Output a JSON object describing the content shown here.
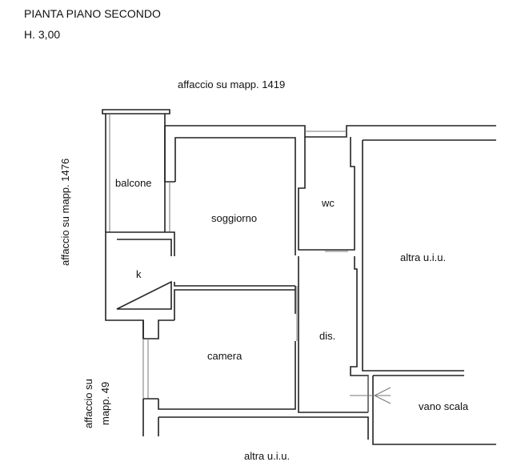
{
  "title": "PIANTA PIANO SECONDO",
  "height": "H. 3,00",
  "labels": {
    "top": "affaccio su mapp. 1419",
    "left": "affaccio su mapp. 1476",
    "left_bottom_1": "affaccio su",
    "left_bottom_2": "mapp. 49",
    "bottom": "altra u.i.u.",
    "right": "altra u.i.u.",
    "vano": "vano scala"
  },
  "rooms": {
    "balcone": "balcone",
    "soggiorno": "soggiorno",
    "wc": "wc",
    "k": "k",
    "camera": "camera",
    "dis": "dis."
  }
}
